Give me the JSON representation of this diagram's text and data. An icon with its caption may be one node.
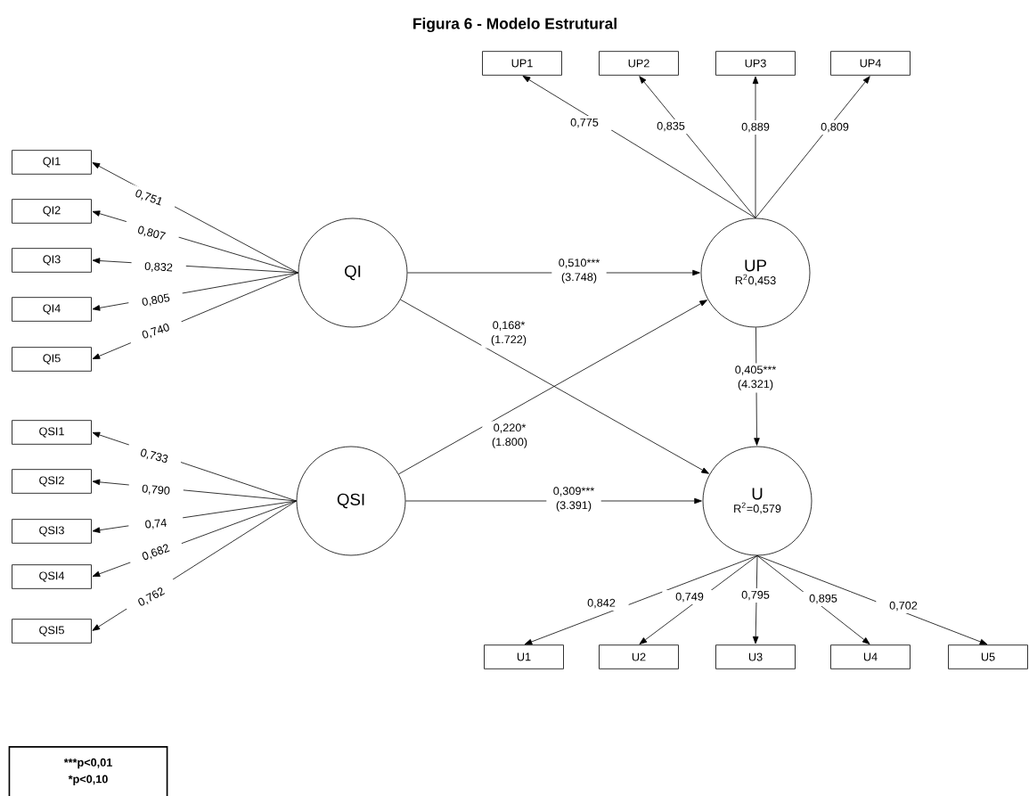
{
  "diagram": {
    "title": "Figura 6 - Modelo Estrutural",
    "nodes": [
      {
        "text": [
          "UP1"
        ]
      },
      {
        "text": [
          "UP2"
        ]
      },
      {
        "text": [
          "UP3"
        ]
      },
      {
        "text": [
          "UP4"
        ]
      },
      {
        "text": [
          "QI1"
        ]
      },
      {
        "text": [
          "QI2"
        ]
      },
      {
        "text": [
          "QI3"
        ]
      },
      {
        "text": [
          "QI4"
        ]
      },
      {
        "text": [
          "QI5"
        ]
      },
      {
        "text": [
          "QI"
        ]
      },
      {
        "text": [
          "UP",
          "R$^{2}$0,453"
        ]
      },
      {
        "text": [
          "QSI1"
        ]
      },
      {
        "text": [
          "QSI2"
        ]
      },
      {
        "text": [
          "QSI3"
        ]
      },
      {
        "text": [
          "QSI4"
        ]
      },
      {
        "text": [
          "QSI5"
        ]
      },
      {
        "text": [
          "QSI"
        ]
      },
      {
        "text": [
          "U",
          "R$^{2}$=0,579"
        ]
      },
      {
        "text": [
          "U1"
        ]
      },
      {
        "text": [
          "U2"
        ]
      },
      {
        "text": [
          "U3"
        ]
      },
      {
        "text": [
          "U4"
        ]
      },
      {
        "text": [
          "U5"
        ]
      },
      {
        "text": [
          "***p<0,01",
          "*p<0,10"
        ]
      }
    ],
    "edges": [
      {
        "from": 9,
        "to": 4,
        "arrow": "to",
        "label": "0,751"
      },
      {
        "from": 9,
        "to": 5,
        "arrow": "to",
        "label": "0,807"
      },
      {
        "from": 9,
        "to": 6,
        "arrow": "to",
        "label": "0,832"
      },
      {
        "from": 9,
        "to": 7,
        "arrow": "to",
        "label": "0,805"
      },
      {
        "from": 9,
        "to": 8,
        "arrow": "to",
        "label": "0,740"
      },
      {
        "from": 16,
        "to": 11,
        "arrow": "to",
        "label": "0,733"
      },
      {
        "from": 16,
        "to": 12,
        "arrow": "to",
        "label": "0,790"
      },
      {
        "from": 16,
        "to": 13,
        "arrow": "to",
        "label": "0,74"
      },
      {
        "from": 16,
        "to": 14,
        "arrow": "to",
        "label": "0,682"
      },
      {
        "from": 16,
        "to": 15,
        "arrow": "to",
        "label": "0,762"
      },
      {
        "from": 10,
        "to": 0,
        "arrow": "to",
        "label": "0,775"
      },
      {
        "from": 10,
        "to": 1,
        "arrow": "to",
        "label": "0,835"
      },
      {
        "from": 10,
        "to": 2,
        "arrow": "to",
        "label": "0,889"
      },
      {
        "from": 10,
        "to": 3,
        "arrow": "to",
        "label": "0,809"
      },
      {
        "from": 17,
        "to": 18,
        "arrow": "to",
        "label": "0,842"
      },
      {
        "from": 17,
        "to": 19,
        "arrow": "to",
        "label": "0,749"
      },
      {
        "from": 17,
        "to": 20,
        "arrow": "to",
        "label": "0,795"
      },
      {
        "from": 17,
        "to": 21,
        "arrow": "to",
        "label": "0,895"
      },
      {
        "from": 17,
        "to": 22,
        "arrow": "to",
        "label": "0,702"
      },
      {
        "from": 9,
        "to": 10,
        "arrow": "to",
        "label": "0,510*** (3.748)"
      },
      {
        "from": 9,
        "to": 17,
        "arrow": "to",
        "label": "0,168* (1.722)"
      },
      {
        "from": 16,
        "to": 10,
        "arrow": "to",
        "label": "0,220* (1.800)"
      },
      {
        "from": 16,
        "to": 17,
        "arrow": "to",
        "label": "0,309*** (3.391)"
      },
      {
        "from": 10,
        "to": 17,
        "arrow": "to",
        "label": "0,405*** (4.321)"
      }
    ]
  }
}
